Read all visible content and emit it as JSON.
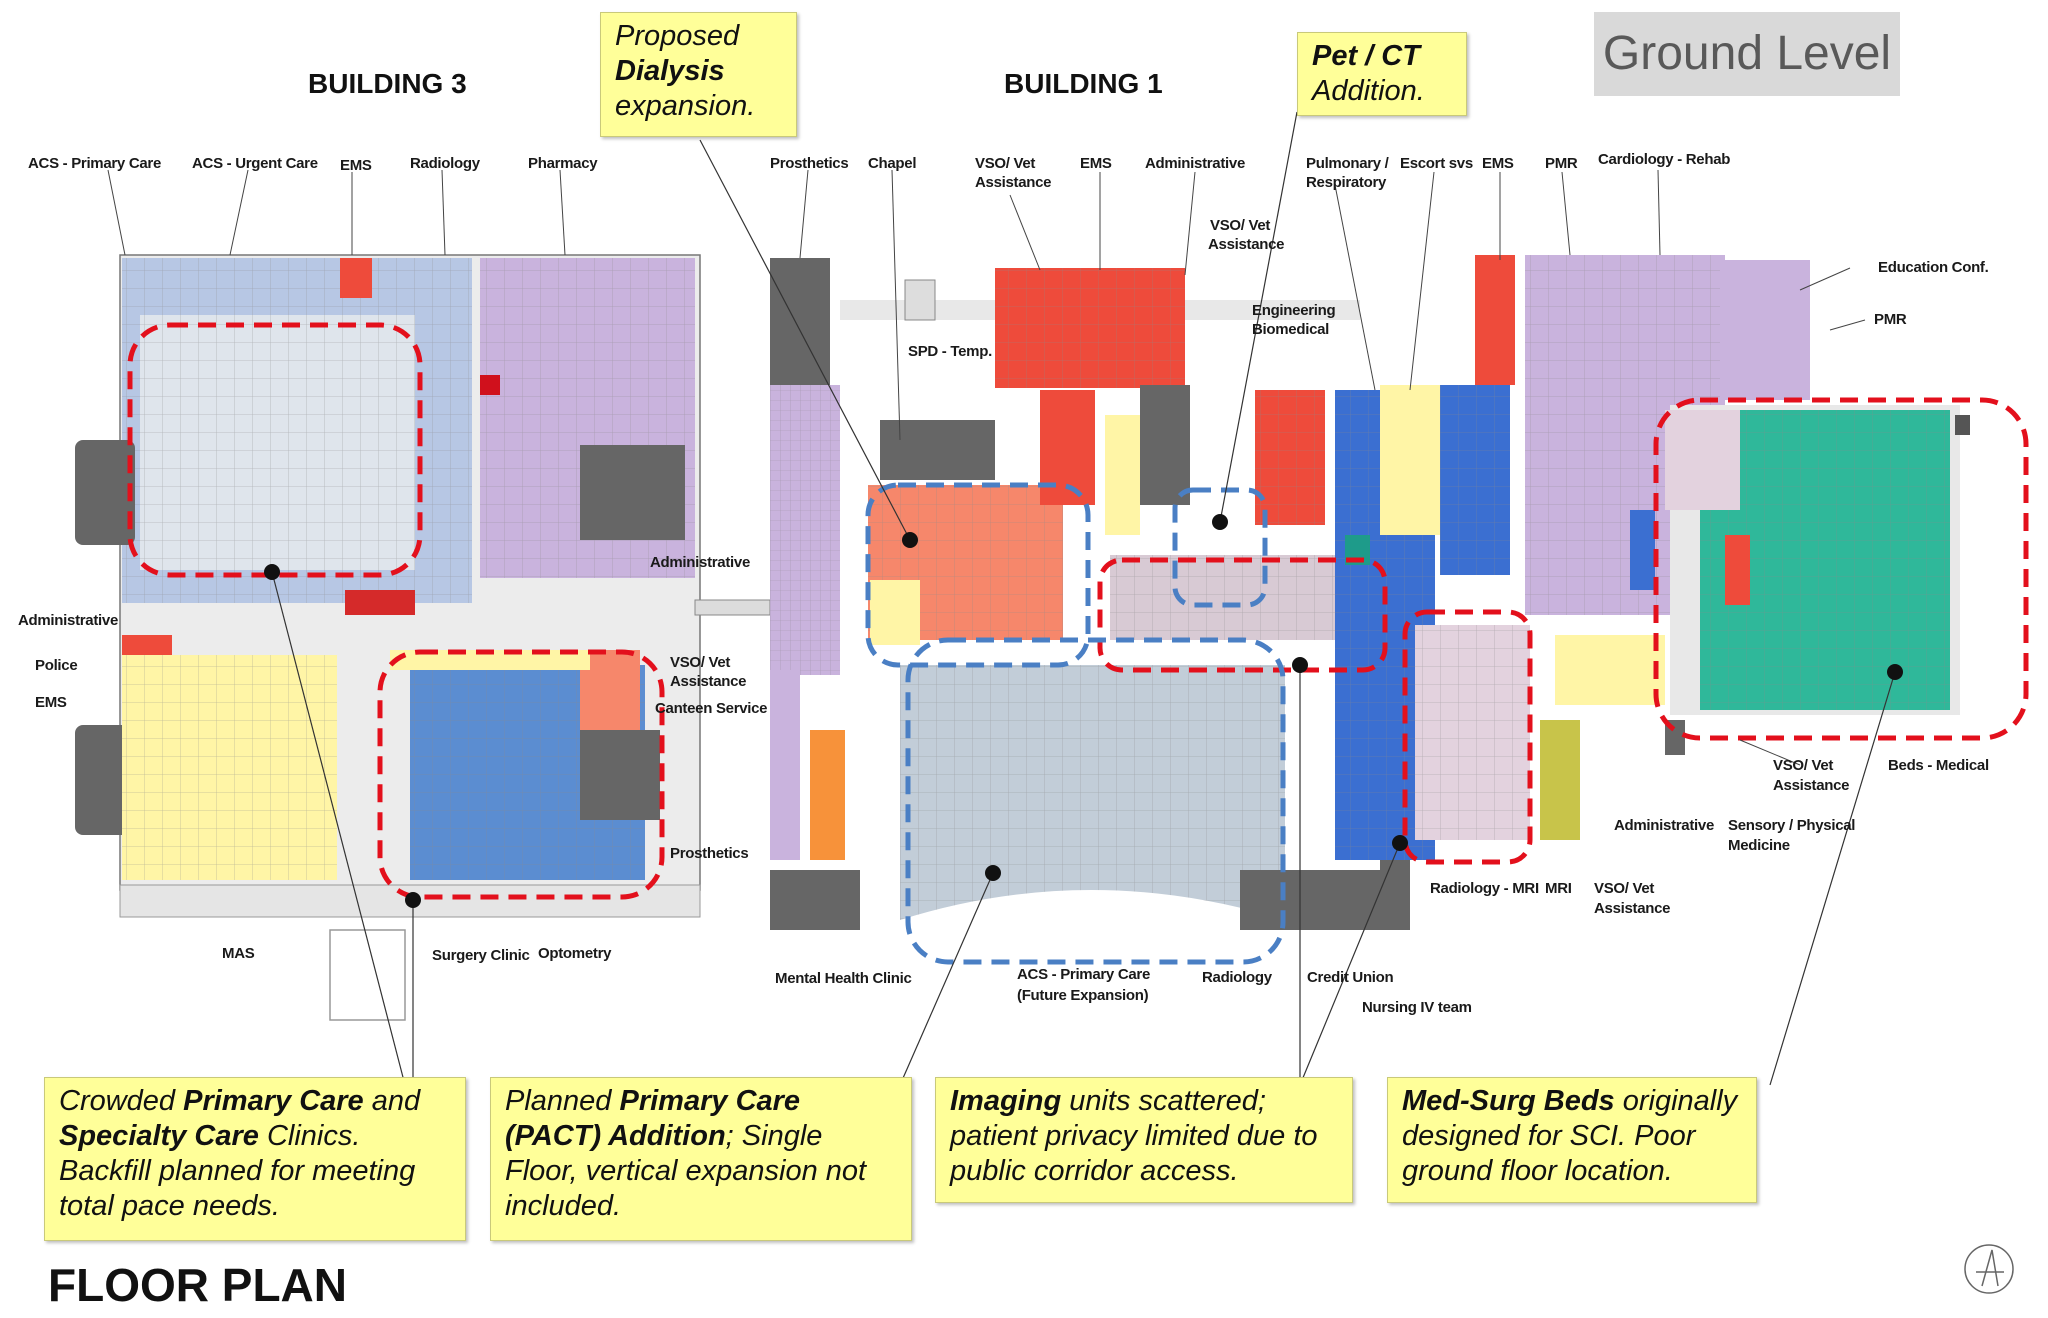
{
  "header": {
    "ground_level": "Ground Level",
    "building_3": "BUILDING 3",
    "building_1": "BUILDING 1"
  },
  "footer": {
    "title": "FLOOR PLAN"
  },
  "colors": {
    "primary_care_blue": "#b7c7e4",
    "specialty_blue": "#5b8dd1",
    "ems_red": "#ee4b3b",
    "pharmacy_purple": "#c9b3dd",
    "admin_yellow": "#fff5a6",
    "medsurg_teal": "#2fb89a",
    "mental_health_orange": "#f7923a",
    "dialysis_salmon": "#f6876b",
    "callout_yellow": "#ffff99",
    "dashed_red": "#e3101c",
    "dashed_blue": "#4a7fc4",
    "dark_gray": "#6d6d6d"
  },
  "labels": {
    "acs_primary_care": "ACS - Primary Care",
    "acs_urgent_care": "ACS - Urgent Care",
    "ems_b3": "EMS",
    "radiology_b3": "Radiology",
    "pharmacy": "Pharmacy",
    "administrative_left": "Administrative",
    "police": "Police",
    "ems_left": "EMS",
    "mas": "MAS",
    "surgery_clinic": "Surgery Clinic",
    "optometry": "Optometry",
    "administrative_mid": "Administrative",
    "vso_vet_assistance_mid_1": "VSO/ Vet",
    "vso_vet_assistance_mid_2": "Assistance",
    "canteen_service": "Canteen Service",
    "prosthetics_bottom": "Prosthetics",
    "prosthetics_top": "Prosthetics",
    "chapel": "Chapel",
    "spd_temp": "SPD - Temp.",
    "vso_vet_b1_1": "VSO/ Vet",
    "vso_vet_b1_2": "Assistance",
    "ems_b1": "EMS",
    "administrative_b1": "Administrative",
    "vso_vet_b1b_1": "VSO/ Vet",
    "vso_vet_b1b_2": "Assistance",
    "engineering_1": "Engineering",
    "engineering_2": "Biomedical",
    "pulmonary_1": "Pulmonary /",
    "pulmonary_2": "Respiratory",
    "escort_svs": "Escort svs",
    "ems_right": "EMS",
    "pmr_top": "PMR",
    "cardiology_rehab": "Cardiology - Rehab",
    "education_conf": "Education Conf.",
    "pmr_right": "PMR",
    "mental_health_clinic": "Mental Health Clinic",
    "acs_future_1": "ACS - Primary Care",
    "acs_future_2": "(Future Expansion)",
    "radiology_b1": "Radiology",
    "credit_union": "Credit Union",
    "nursing_iv_team": "Nursing IV team",
    "radiology_mri": "Radiology - MRI",
    "mri": "MRI",
    "vso_vet_right_1": "VSO/ Vet",
    "vso_vet_right_2": "Assistance",
    "administrative_right": "Administrative",
    "sensory_1": "Sensory / Physical",
    "sensory_2": "Medicine",
    "vso_vet_far_1": "VSO/ Vet",
    "vso_vet_far_2": "Assistance",
    "beds_medical": "Beds - Medical"
  },
  "callouts": {
    "dialysis": {
      "line1": "Proposed",
      "bold": "Dialysis",
      "line3": "expansion."
    },
    "petct": {
      "bold": "Pet / CT",
      "line2": "Addition."
    },
    "crowded": {
      "pre": "Crowded ",
      "bold1": "Primary Care",
      "mid1": " and",
      "bold2": "Specialty Care",
      "mid2": " Clinics. Backfill planned for meeting total pace needs."
    },
    "planned": {
      "pre": "Planned ",
      "bold1": "Primary Care (PACT) Addition",
      "post": "; Single Floor, vertical expansion not included."
    },
    "imaging": {
      "bold": "Imaging",
      "post": " units scattered; patient privacy limited due to public corridor access."
    },
    "medsurg": {
      "bold": "Med-Surg  Beds",
      "post": " originally designed for SCI. Poor ground floor location."
    }
  }
}
